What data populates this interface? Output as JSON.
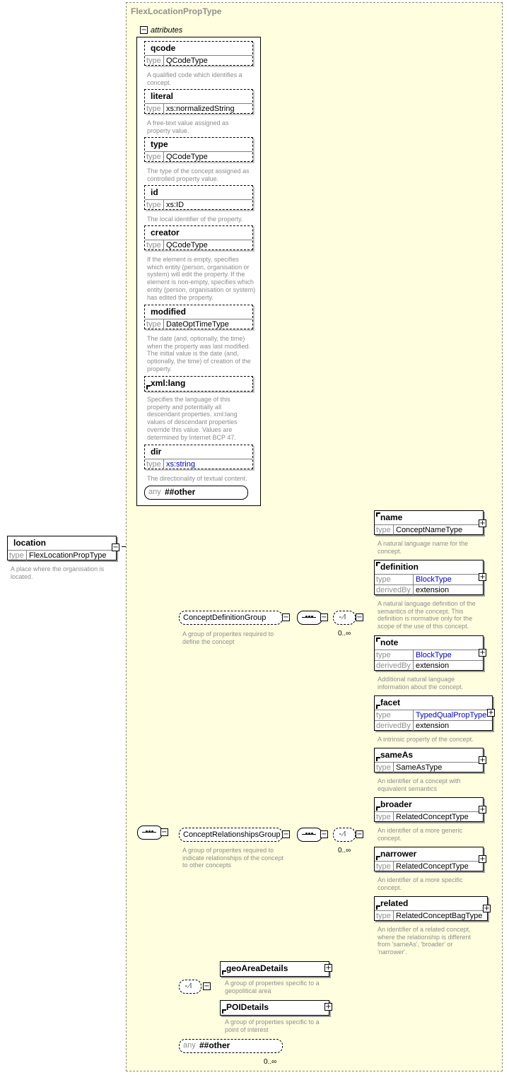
{
  "type_box": {
    "title": "FlexLocationPropType"
  },
  "attributes": {
    "label": "attributes",
    "items": [
      {
        "name": "qcode",
        "type_key": "type",
        "type": "QCodeType",
        "doc": "A qualified code which identifies a concept."
      },
      {
        "name": "literal",
        "type_key": "type",
        "type": "xs:normalizedString",
        "doc": "A free-text value assigned as property value."
      },
      {
        "name": "type",
        "type_key": "type",
        "type": "QCodeType",
        "doc": "The type of the concept assigned as controlled property value."
      },
      {
        "name": "id",
        "type_key": "type",
        "type": "xs:ID",
        "doc": "The local identifier of the property."
      },
      {
        "name": "creator",
        "type_key": "type",
        "type": "QCodeType",
        "doc": "If the element is empty, specifies which entity (person, organisation or system) will edit the property. If the element is non-empty, specifies which entity (person, organisation or system) has edited the property."
      },
      {
        "name": "modified",
        "type_key": "type",
        "type": "DateOptTimeType",
        "doc": "The date (and, optionally, the time) when the property was last modified. The initial value is the date (and, optionally, the time) of creation of the property."
      },
      {
        "name": "xml:lang",
        "doc": "Specifies the language of this property and potentially all descendant properties. xml:lang values of descendant properties override this value. Values are determined by Internet BCP 47."
      },
      {
        "name": "dir",
        "type_key": "type",
        "type": "xs:string",
        "doc": "The directionality of textual content."
      }
    ],
    "any": {
      "prefix": "any",
      "value": "##other"
    }
  },
  "root": {
    "name": "location",
    "type_key": "type",
    "type": "FlexLocationPropType",
    "doc": "A place where the organisation is located."
  },
  "groups": {
    "concept_definition": {
      "name": "ConceptDefinitionGroup",
      "doc": "A group of properites required to define the concept",
      "cardinality": "0..∞"
    },
    "concept_relationships": {
      "name": "ConceptRelationshipsGroup",
      "doc": "A group of properites required to indicate relationships of the concept to other concepts",
      "cardinality": "0..∞"
    }
  },
  "definition_elements": [
    {
      "name": "name",
      "type_key": "type",
      "type": "ConceptNameType",
      "doc": "A natural language name for the concept."
    },
    {
      "name": "definition",
      "type_key": "type",
      "type": "BlockType",
      "derived_key": "derivedBy",
      "derived": "extension",
      "doc": "A natural language definition of the semantics of the concept. This definition is normative only for the scope of the use of this concept."
    },
    {
      "name": "note",
      "type_key": "type",
      "type": "BlockType",
      "derived_key": "derivedBy",
      "derived": "extension",
      "doc": "Additional natural language information about the concept."
    },
    {
      "name": "facet",
      "type_key": "type",
      "type": "TypedQualPropType",
      "derived_key": "derivedBy",
      "derived": "extension",
      "doc": "A intrinsic property of the concept."
    }
  ],
  "relationship_elements": [
    {
      "name": "sameAs",
      "type_key": "type",
      "type": "SameAsType",
      "doc": "An identifier of a concept with equivalent semantics"
    },
    {
      "name": "broader",
      "type_key": "type",
      "type": "RelatedConceptType",
      "doc": "An identifier of a more generic concept."
    },
    {
      "name": "narrower",
      "type_key": "type",
      "type": "RelatedConceptType",
      "doc": "An identifier of a more specific concept."
    },
    {
      "name": "related",
      "type_key": "type",
      "type": "RelatedConceptBagType",
      "doc": "An identifier of a related concept, where the relationship is different from 'sameAs', 'broader' or 'narrower'."
    }
  ],
  "choice_groups": [
    {
      "name": "geoAreaDetails",
      "doc": "A group of properties specific to a geopolitical area"
    },
    {
      "name": "POIDetails",
      "doc": "A group of properties specific to a point of interest"
    }
  ],
  "any_other": {
    "prefix": "any",
    "value": "##other",
    "cardinality": "0..∞"
  }
}
